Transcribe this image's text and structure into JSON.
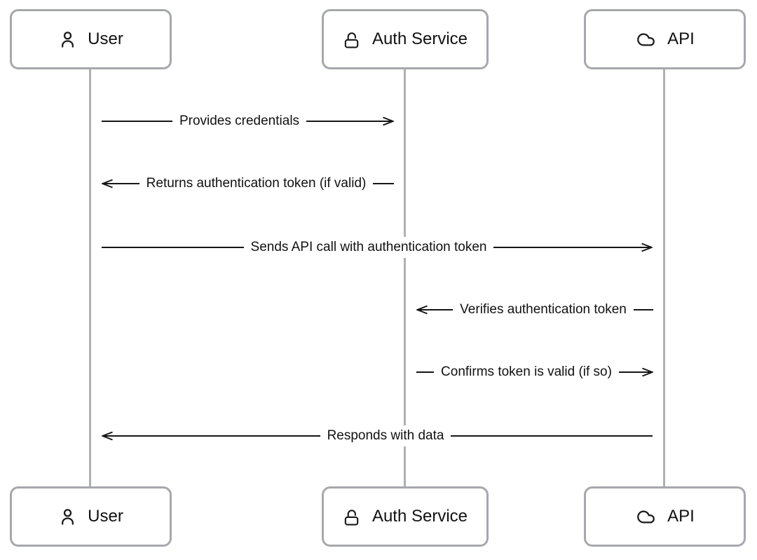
{
  "actors": [
    {
      "label": "User",
      "icon": "user-icon"
    },
    {
      "label": "Auth Service",
      "icon": "unlock-icon"
    },
    {
      "label": "API",
      "icon": "cloud-icon"
    }
  ],
  "messages": [
    {
      "label": "Provides credentials",
      "from": "User",
      "to": "Auth Service",
      "direction": "right"
    },
    {
      "label": "Returns authentication token (if valid)",
      "from": "Auth Service",
      "to": "User",
      "direction": "left"
    },
    {
      "label": "Sends API call with authentication token",
      "from": "User",
      "to": "API",
      "direction": "right"
    },
    {
      "label": "Verifies authentication token",
      "from": "API",
      "to": "Auth Service",
      "direction": "left"
    },
    {
      "label": "Confirms token is valid (if so)",
      "from": "Auth Service",
      "to": "API",
      "direction": "right"
    },
    {
      "label": "Responds with data",
      "from": "API",
      "to": "User",
      "direction": "left"
    }
  ],
  "colors": {
    "background": "#ffffff",
    "message_line": "#161616",
    "text": "#111111",
    "lifeline": "#aeb0b4",
    "box_border": "#a6a8ad"
  }
}
